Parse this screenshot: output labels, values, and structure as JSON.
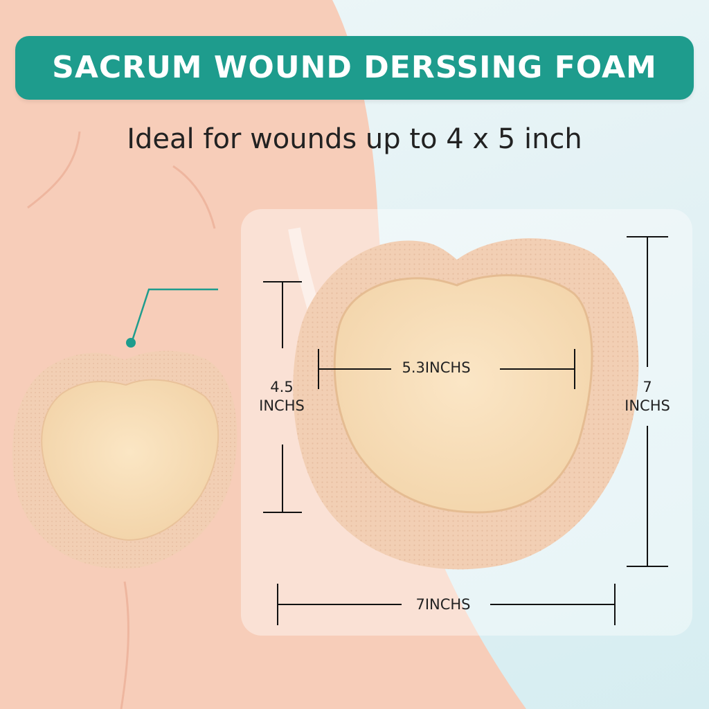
{
  "banner": {
    "title": "SACRUM WOUND DERSSING FOAM",
    "color": "#1e9c8d"
  },
  "subtitle": "Ideal for wounds up to 4 x 5 inch",
  "dimensions": {
    "inner_width": "5.3INCHS",
    "inner_height_value": "4.5",
    "inner_height_unit": "INCHS",
    "outer_height_value": "7",
    "outer_height_unit": "INCHS",
    "outer_width": "7INCHS"
  },
  "colors": {
    "skin_background": "#f6cbb8",
    "dressing_border": "#f2cfb4",
    "dressing_pad": "#f7ddb8",
    "callout": "#1e9c8d"
  }
}
